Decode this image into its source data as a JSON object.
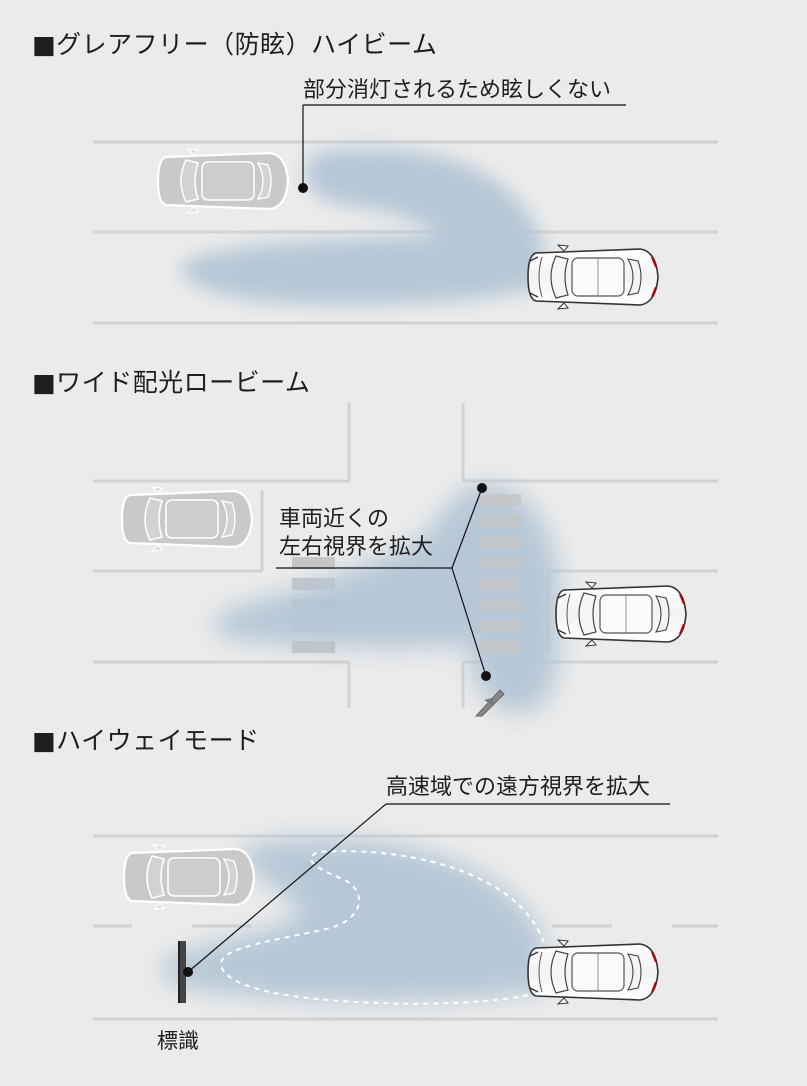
{
  "sections": [
    {
      "title": "■グレアフリー（防眩）ハイビーム",
      "callout": "部分消灯されるため眩しくない"
    },
    {
      "title": "■ワイド配光ロービーム",
      "callout_lines": [
        "車両近くの",
        "左右視界を拡大"
      ]
    },
    {
      "title": "■ハイウェイモード",
      "callout": "高速域での遠方視界を拡大",
      "sign_label": "標識"
    }
  ],
  "colors": {
    "background": "#ebebeb",
    "road_line": "#d2d2d2",
    "beam": "#b4c6d6",
    "crosswalk": "#c6c6c6",
    "leader_line": "#111111"
  }
}
